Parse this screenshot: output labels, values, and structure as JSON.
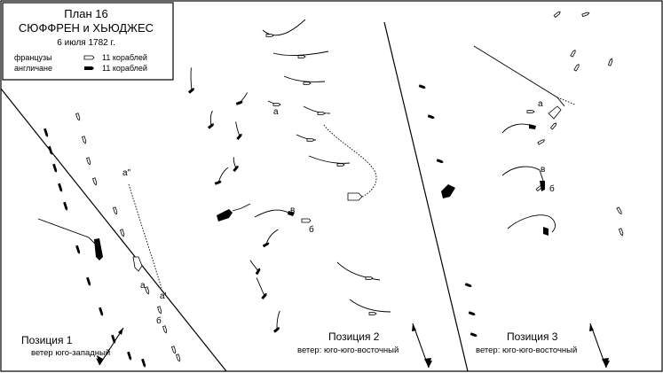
{
  "title": {
    "line1": "План 16",
    "line2": "СЮФФРЕН и ХЬЮДЖЕС",
    "date": "6 июля 1782 г."
  },
  "legend": {
    "french": {
      "label": "французы",
      "count": "11 кораблей"
    },
    "english": {
      "label": "англичане",
      "count": "11 кораблей"
    }
  },
  "positions": [
    {
      "title": "Позиция 1",
      "wind": "ветер юго-западный"
    },
    {
      "title": "Позиция 2",
      "wind": "ветер: юго-юго-восточный"
    },
    {
      "title": "Позиция 3",
      "wind": "ветер: юго-юго-восточный"
    }
  ],
  "labels": {
    "a_dd": "а\"",
    "a": "а",
    "a_prime": "а'",
    "b": "б",
    "v": "в"
  },
  "colors": {
    "ink": "#000000",
    "paper": "#ffffff"
  }
}
